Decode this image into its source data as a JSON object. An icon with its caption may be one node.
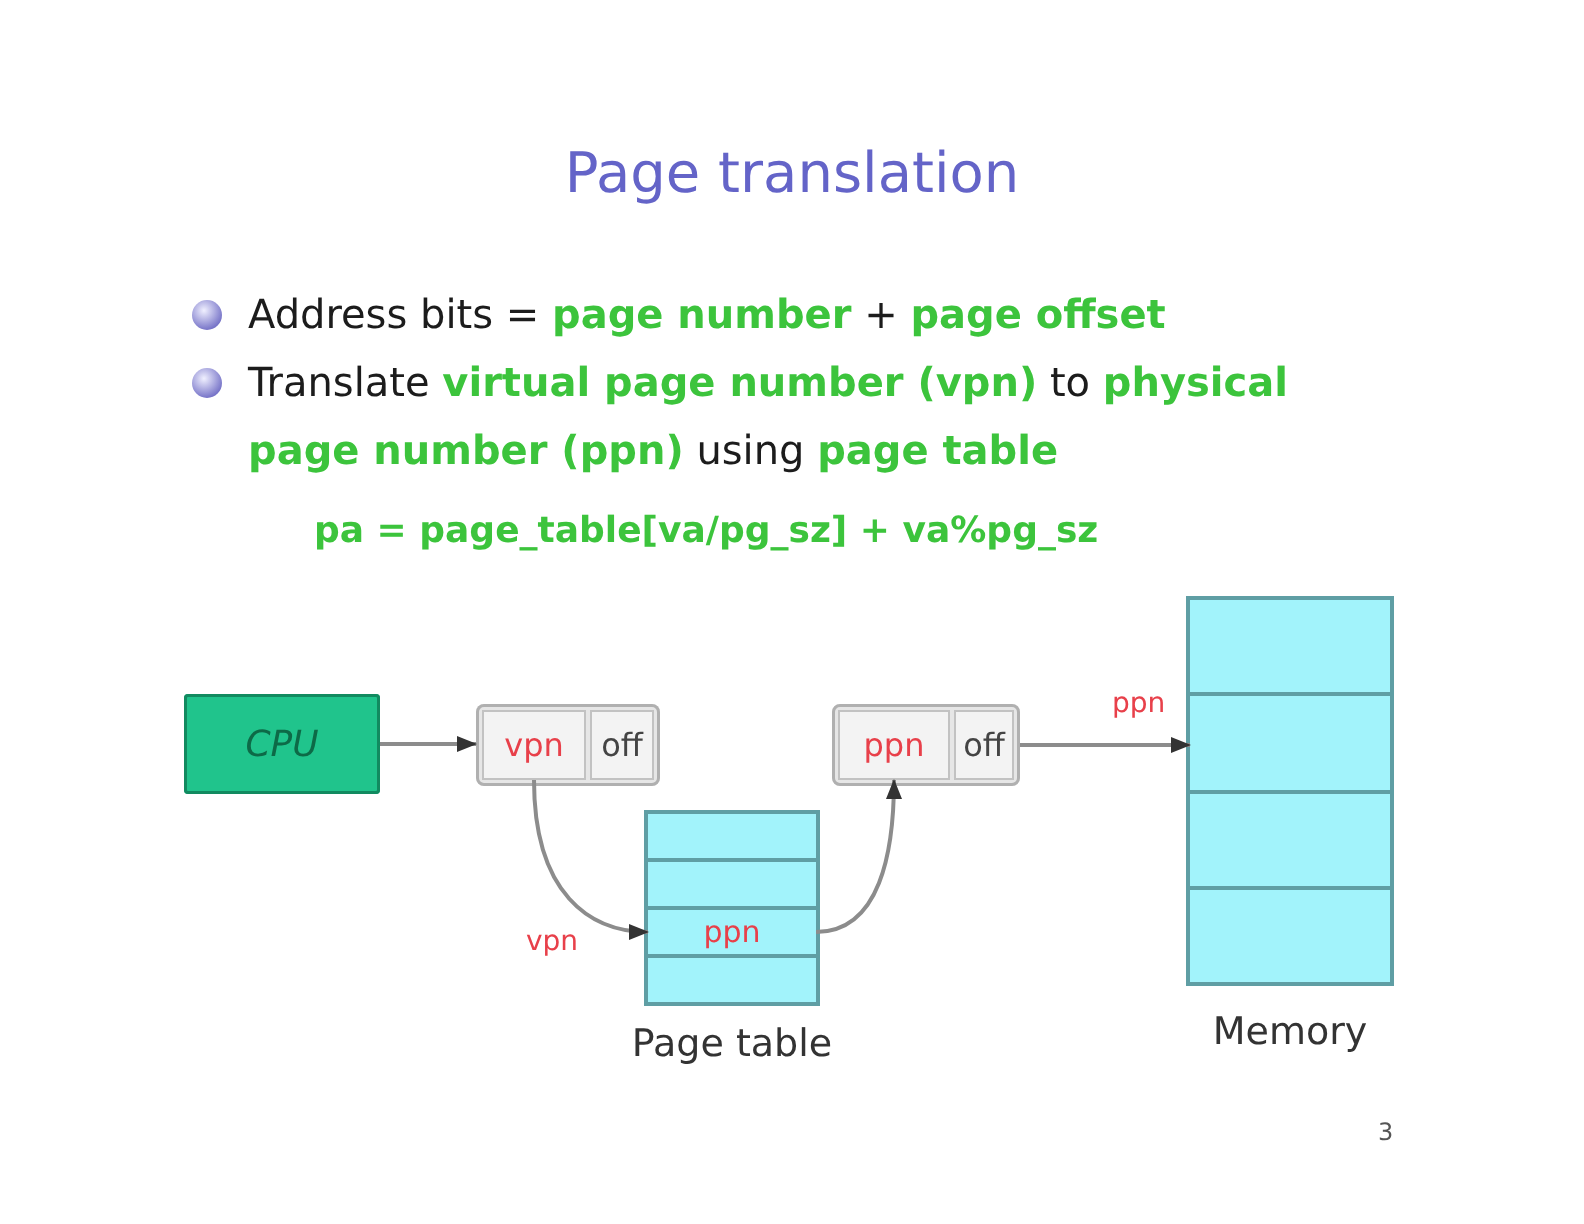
{
  "diagram": {
    "title": "Page translation",
    "nodes": [
      {
        "text": [
          "CPU"
        ]
      },
      {
        "text": [],
        "shape": "box"
      },
      {
        "text": [
          "vpn"
        ],
        "in": 1
      },
      {
        "text": [
          "off"
        ],
        "in": 1
      },
      {
        "text": [
          "Page table"
        ]
      },
      {
        "text": [],
        "shape": "box",
        "in": 4
      },
      {
        "text": [],
        "shape": "box",
        "in": 4
      },
      {
        "text": [
          "ppn"
        ],
        "in": 4
      },
      {
        "text": [],
        "shape": "box",
        "in": 4
      },
      {
        "text": [],
        "shape": "box"
      },
      {
        "text": [
          "ppn"
        ],
        "in": 9
      },
      {
        "text": [
          "off"
        ],
        "in": 9
      },
      {
        "text": [
          "Memory"
        ]
      },
      {
        "text": [],
        "shape": "box",
        "in": 12
      },
      {
        "text": [],
        "shape": "box",
        "in": 12
      },
      {
        "text": [],
        "shape": "box",
        "in": 12
      },
      {
        "text": [],
        "shape": "box",
        "in": 12
      }
    ],
    "edges": [
      {
        "from": 0,
        "to": 1,
        "arrow": "to"
      },
      {
        "from": 2,
        "to": 7,
        "arrow": "to",
        "label": "vpn"
      },
      {
        "from": 7,
        "to": 10,
        "arrow": "to"
      },
      {
        "from": 9,
        "to": 14,
        "arrow": "to",
        "label": "ppn"
      }
    ],
    "labels": [
      "Address bits = **page number** + **page offset**",
      "Translate **virtual page number (vpn)** to **physical page number (ppn)** using **page table**",
      "pa = page_table[va/pg_sz] + va%pg_sz",
      "3"
    ]
  }
}
